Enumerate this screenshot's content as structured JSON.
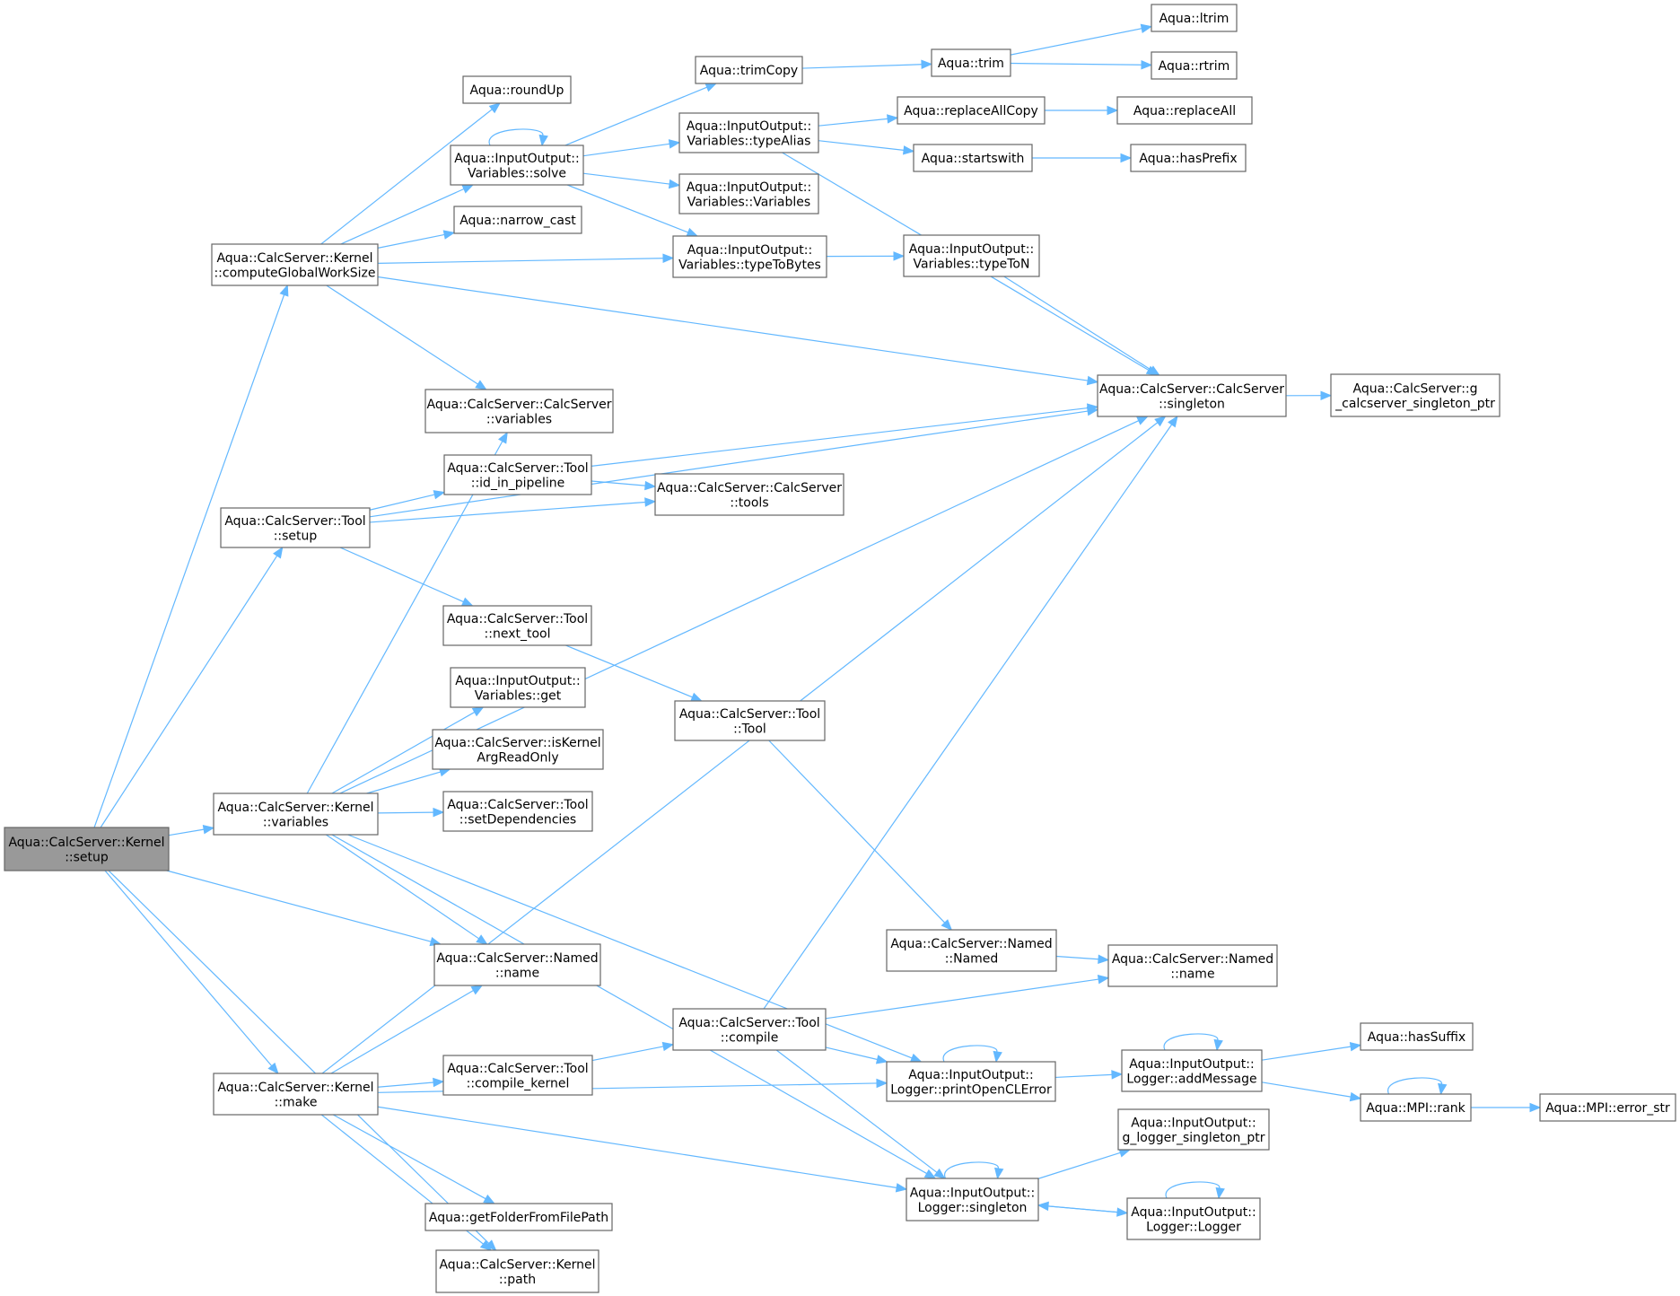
{
  "colors": {
    "edge": "#63b8ff",
    "node_border": "#666666",
    "root_fill": "#999999",
    "node_fill": "#ffffff"
  },
  "nodes": [
    {
      "id": "root",
      "lines": [
        "Aqua::CalcServer::Kernel",
        "::setup"
      ],
      "root": true
    },
    {
      "id": "kcgws",
      "lines": [
        "Aqua::CalcServer::Kernel",
        "::computeGlobalWorkSize"
      ]
    },
    {
      "id": "tsetup",
      "lines": [
        "Aqua::CalcServer::Tool",
        "::setup"
      ]
    },
    {
      "id": "kvars",
      "lines": [
        "Aqua::CalcServer::Kernel",
        "::variables"
      ]
    },
    {
      "id": "kmake",
      "lines": [
        "Aqua::CalcServer::Kernel",
        "::make"
      ]
    },
    {
      "id": "roundup",
      "lines": [
        "Aqua::roundUp"
      ]
    },
    {
      "id": "vsolve",
      "lines": [
        "Aqua::InputOutput::",
        "Variables::solve"
      ]
    },
    {
      "id": "narrow",
      "lines": [
        "Aqua::narrow_cast"
      ]
    },
    {
      "id": "csvars",
      "lines": [
        "Aqua::CalcServer::CalcServer",
        "::variables"
      ]
    },
    {
      "id": "idpipe",
      "lines": [
        "Aqua::CalcServer::Tool",
        "::id_in_pipeline"
      ]
    },
    {
      "id": "nexttool",
      "lines": [
        "Aqua::CalcServer::Tool",
        "::next_tool"
      ]
    },
    {
      "id": "vget",
      "lines": [
        "Aqua::InputOutput::",
        "Variables::get"
      ]
    },
    {
      "id": "isko",
      "lines": [
        "Aqua::CalcServer::isKernel",
        "ArgReadOnly"
      ]
    },
    {
      "id": "setdeps",
      "lines": [
        "Aqua::CalcServer::Tool",
        "::setDependencies"
      ]
    },
    {
      "id": "named1",
      "lines": [
        "Aqua::CalcServer::Named",
        "::name"
      ]
    },
    {
      "id": "compk",
      "lines": [
        "Aqua::CalcServer::Tool",
        "::compile_kernel"
      ]
    },
    {
      "id": "getfolder",
      "lines": [
        "Aqua::getFolderFromFilePath"
      ]
    },
    {
      "id": "kpath",
      "lines": [
        "Aqua::CalcServer::Kernel",
        "::path"
      ]
    },
    {
      "id": "trimcopy",
      "lines": [
        "Aqua::trimCopy"
      ]
    },
    {
      "id": "typealias",
      "lines": [
        "Aqua::InputOutput::",
        "Variables::typeAlias"
      ]
    },
    {
      "id": "varsctor",
      "lines": [
        "Aqua::InputOutput::",
        "Variables::Variables"
      ]
    },
    {
      "id": "typetobytes",
      "lines": [
        "Aqua::InputOutput::",
        "Variables::typeToBytes"
      ]
    },
    {
      "id": "cstools",
      "lines": [
        "Aqua::CalcServer::CalcServer",
        "::tools"
      ]
    },
    {
      "id": "toolctor",
      "lines": [
        "Aqua::CalcServer::Tool",
        "::Tool"
      ]
    },
    {
      "id": "compile",
      "lines": [
        "Aqua::CalcServer::Tool",
        "::compile"
      ]
    },
    {
      "id": "trim",
      "lines": [
        "Aqua::trim"
      ]
    },
    {
      "id": "replcopy",
      "lines": [
        "Aqua::replaceAllCopy"
      ]
    },
    {
      "id": "startswith",
      "lines": [
        "Aqua::startswith"
      ]
    },
    {
      "id": "typeton",
      "lines": [
        "Aqua::InputOutput::",
        "Variables::typeToN"
      ]
    },
    {
      "id": "namedctor",
      "lines": [
        "Aqua::CalcServer::Named",
        "::Named"
      ]
    },
    {
      "id": "printcl",
      "lines": [
        "Aqua::InputOutput::",
        "Logger::printOpenCLError"
      ]
    },
    {
      "id": "lsingleton",
      "lines": [
        "Aqua::InputOutput::",
        "Logger::singleton"
      ]
    },
    {
      "id": "cssingleton",
      "lines": [
        "Aqua::CalcServer::CalcServer",
        "::singleton"
      ]
    },
    {
      "id": "ltrim",
      "lines": [
        "Aqua::ltrim"
      ]
    },
    {
      "id": "rtrim",
      "lines": [
        "Aqua::rtrim"
      ]
    },
    {
      "id": "replall",
      "lines": [
        "Aqua::replaceAll"
      ]
    },
    {
      "id": "hasprefix",
      "lines": [
        "Aqua::hasPrefix"
      ]
    },
    {
      "id": "named2",
      "lines": [
        "Aqua::CalcServer::Named",
        "::name"
      ]
    },
    {
      "id": "addmsg",
      "lines": [
        "Aqua::InputOutput::",
        "Logger::addMessage"
      ]
    },
    {
      "id": "glogptr",
      "lines": [
        "Aqua::InputOutput::",
        "g_logger_singleton_ptr"
      ]
    },
    {
      "id": "loggerctor",
      "lines": [
        "Aqua::InputOutput::",
        "Logger::Logger"
      ]
    },
    {
      "id": "gcsptr",
      "lines": [
        "Aqua::CalcServer::g",
        "_calcserver_singleton_ptr"
      ]
    },
    {
      "id": "hassuffix",
      "lines": [
        "Aqua::hasSuffix"
      ]
    },
    {
      "id": "mpirank",
      "lines": [
        "Aqua::MPI::rank"
      ]
    },
    {
      "id": "mpierr",
      "lines": [
        "Aqua::MPI::error_str"
      ]
    }
  ],
  "edges": [
    [
      "root",
      "kcgws"
    ],
    [
      "root",
      "tsetup"
    ],
    [
      "root",
      "kvars"
    ],
    [
      "root",
      "named1"
    ],
    [
      "root",
      "kmake"
    ],
    [
      "root",
      "kpath"
    ],
    [
      "kcgws",
      "roundup"
    ],
    [
      "kcgws",
      "vsolve"
    ],
    [
      "kcgws",
      "narrow"
    ],
    [
      "kcgws",
      "typetobytes"
    ],
    [
      "kcgws",
      "cssingleton"
    ],
    [
      "kcgws",
      "csvars"
    ],
    [
      "vsolve",
      "vsolve"
    ],
    [
      "vsolve",
      "trimcopy"
    ],
    [
      "vsolve",
      "typealias"
    ],
    [
      "vsolve",
      "varsctor"
    ],
    [
      "vsolve",
      "typetobytes"
    ],
    [
      "trimcopy",
      "trim"
    ],
    [
      "trim",
      "ltrim"
    ],
    [
      "trim",
      "rtrim"
    ],
    [
      "typealias",
      "replcopy"
    ],
    [
      "typealias",
      "startswith"
    ],
    [
      "typealias",
      "cssingleton"
    ],
    [
      "replcopy",
      "replall"
    ],
    [
      "startswith",
      "hasprefix"
    ],
    [
      "typetobytes",
      "typeton"
    ],
    [
      "typeton",
      "cssingleton"
    ],
    [
      "cssingleton",
      "gcsptr"
    ],
    [
      "tsetup",
      "cssingleton"
    ],
    [
      "tsetup",
      "idpipe"
    ],
    [
      "tsetup",
      "cstools"
    ],
    [
      "tsetup",
      "nexttool"
    ],
    [
      "idpipe",
      "cssingleton"
    ],
    [
      "idpipe",
      "cstools"
    ],
    [
      "nexttool",
      "toolctor"
    ],
    [
      "toolctor",
      "namedctor"
    ],
    [
      "namedctor",
      "named2"
    ],
    [
      "kvars",
      "csvars"
    ],
    [
      "kvars",
      "cssingleton"
    ],
    [
      "kvars",
      "vget"
    ],
    [
      "kvars",
      "isko"
    ],
    [
      "kvars",
      "setdeps"
    ],
    [
      "kvars",
      "named1"
    ],
    [
      "kvars",
      "printcl"
    ],
    [
      "kvars",
      "lsingleton"
    ],
    [
      "kmake",
      "named1"
    ],
    [
      "kmake",
      "cssingleton"
    ],
    [
      "kmake",
      "compk"
    ],
    [
      "kmake",
      "printcl"
    ],
    [
      "kmake",
      "lsingleton"
    ],
    [
      "kmake",
      "getfolder"
    ],
    [
      "kmake",
      "kpath"
    ],
    [
      "compk",
      "compile"
    ],
    [
      "compile",
      "cssingleton"
    ],
    [
      "compile",
      "named2"
    ],
    [
      "compile",
      "printcl"
    ],
    [
      "compile",
      "lsingleton"
    ],
    [
      "printcl",
      "printcl"
    ],
    [
      "printcl",
      "addmsg"
    ],
    [
      "addmsg",
      "addmsg"
    ],
    [
      "addmsg",
      "hassuffix"
    ],
    [
      "addmsg",
      "mpirank"
    ],
    [
      "mpirank",
      "mpirank"
    ],
    [
      "mpirank",
      "mpierr"
    ],
    [
      "lsingleton",
      "lsingleton"
    ],
    [
      "lsingleton",
      "glogptr"
    ],
    [
      "lsingleton",
      "loggerctor"
    ],
    [
      "loggerctor",
      "loggerctor"
    ],
    [
      "loggerctor",
      "lsingleton"
    ]
  ]
}
